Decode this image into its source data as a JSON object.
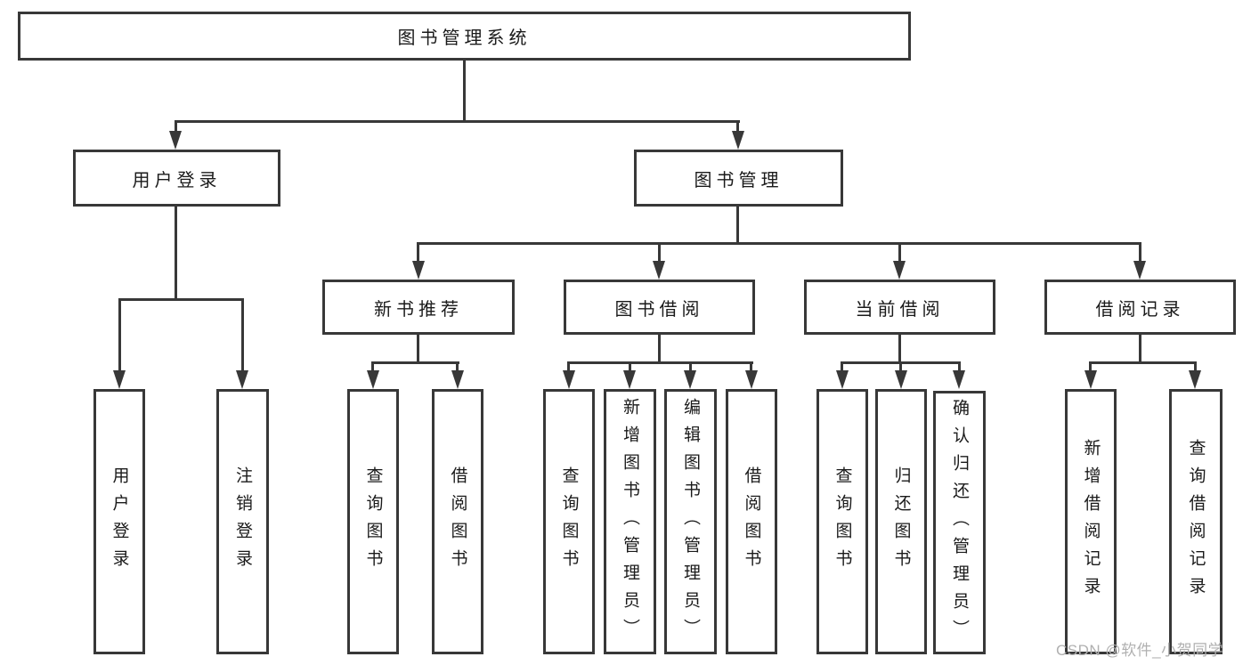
{
  "nodes": {
    "root": "图书管理系统",
    "level2": [
      "用户登录",
      "图书管理"
    ],
    "level3": [
      "新书推荐",
      "图书借阅",
      "当前借阅",
      "借阅记录"
    ],
    "leaves": {
      "userLogin": [
        "用户登录",
        "注销登录"
      ],
      "newBookRecommend": [
        "查询图书",
        "借阅图书"
      ],
      "bookBorrow": [
        "查询图书",
        "新增图书（管理员）",
        "编辑图书（管理员）",
        "借阅图书"
      ],
      "currentBorrow": [
        "查询图书",
        "归还图书",
        "确认归还（管理员）"
      ],
      "borrowRecords": [
        "新增借阅记录",
        "查询借阅记录"
      ]
    }
  },
  "watermark": {
    "text": "CSDN @软件_小贺同学",
    "color": "#b0b0b0"
  },
  "colors": {
    "line": "#383838",
    "text": "#1a1a1a",
    "box_fill": "#ffffff",
    "background": "#ffffff"
  }
}
